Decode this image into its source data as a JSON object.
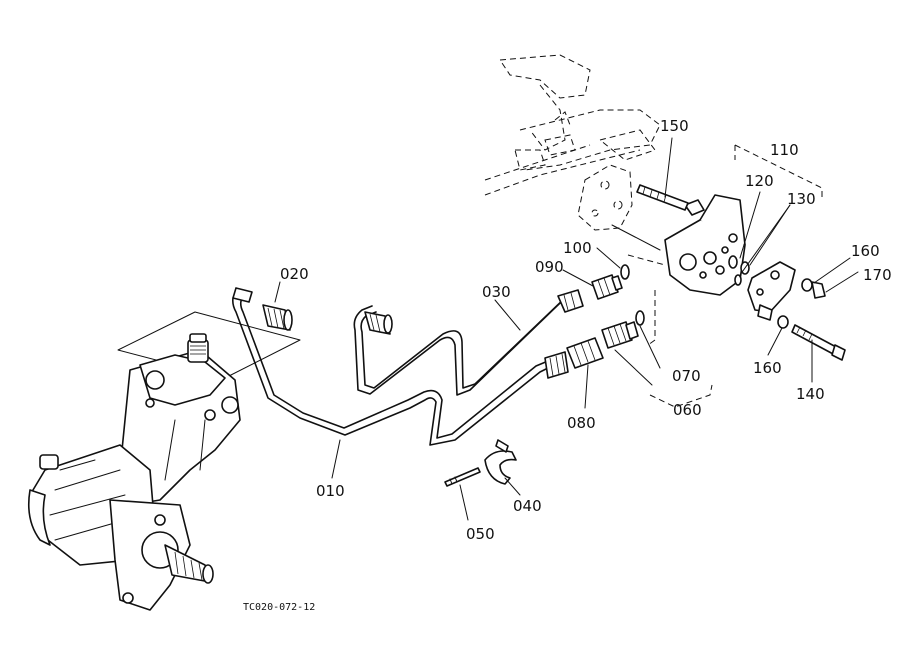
{
  "diagram": {
    "figure_code": "TC020-072-12",
    "callouts": [
      {
        "id": "part-010",
        "text": "010"
      },
      {
        "id": "part-020",
        "text": "020"
      },
      {
        "id": "part-030",
        "text": "030"
      },
      {
        "id": "part-040",
        "text": "040"
      },
      {
        "id": "part-050",
        "text": "050"
      },
      {
        "id": "part-060",
        "text": "060"
      },
      {
        "id": "part-070",
        "text": "070"
      },
      {
        "id": "part-080",
        "text": "080"
      },
      {
        "id": "part-090",
        "text": "090"
      },
      {
        "id": "part-100",
        "text": "100"
      },
      {
        "id": "part-110",
        "text": "110"
      },
      {
        "id": "part-120",
        "text": "120"
      },
      {
        "id": "part-130",
        "text": "130"
      },
      {
        "id": "part-140",
        "text": "140"
      },
      {
        "id": "part-150",
        "text": "150"
      },
      {
        "id": "part-160a",
        "text": "160"
      },
      {
        "id": "part-160b",
        "text": "160"
      },
      {
        "id": "part-170",
        "text": "170"
      }
    ]
  }
}
